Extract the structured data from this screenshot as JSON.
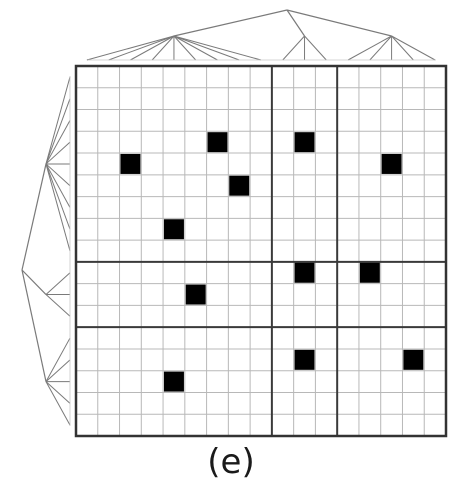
{
  "caption": "(e)",
  "grid": {
    "columns": 17,
    "rows": 17,
    "column_partitions": [
      9,
      3,
      5
    ],
    "row_partitions": [
      9,
      3,
      5
    ]
  },
  "column_tree": {
    "root_branches": 3,
    "leaf_fanout": [
      9,
      3,
      5
    ]
  },
  "row_tree": {
    "root_branches": 3,
    "leaf_fanout": [
      9,
      3,
      5
    ]
  },
  "points": [
    {
      "col": 6,
      "row": 3
    },
    {
      "col": 10,
      "row": 3
    },
    {
      "col": 2,
      "row": 4
    },
    {
      "col": 14,
      "row": 4
    },
    {
      "col": 7,
      "row": 5
    },
    {
      "col": 4,
      "row": 7
    },
    {
      "col": 10,
      "row": 9
    },
    {
      "col": 13,
      "row": 9
    },
    {
      "col": 5,
      "row": 10
    },
    {
      "col": 10,
      "row": 13
    },
    {
      "col": 15,
      "row": 13
    },
    {
      "col": 4,
      "row": 14
    }
  ],
  "colors": {
    "grid_line": "#b8b8b8",
    "partition_line": "#3a3a3a",
    "point": "#000000",
    "tree_line": "#7a7a7a"
  }
}
